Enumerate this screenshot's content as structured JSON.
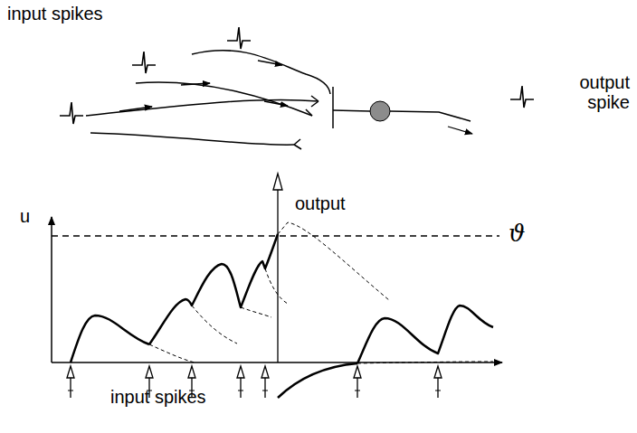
{
  "diagram": {
    "labels": [
      "input spikes",
      "output spike",
      "u",
      "output",
      "ϑ",
      "input spikes"
    ]
  }
}
